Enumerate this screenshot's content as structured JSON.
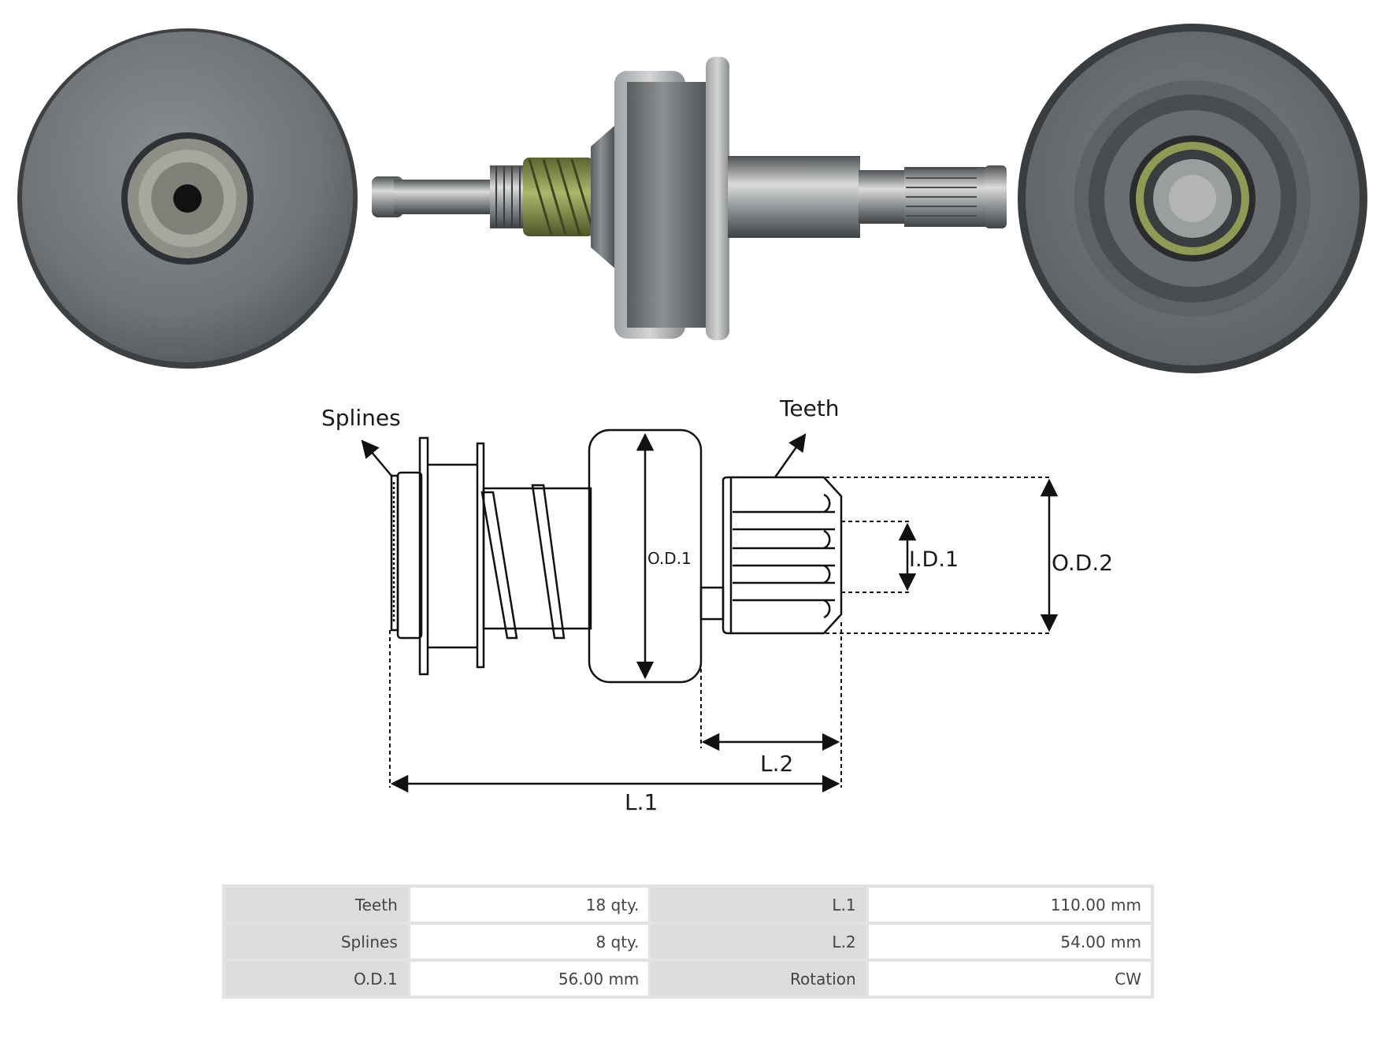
{
  "diagram": {
    "labels": {
      "splines": "Splines",
      "teeth": "Teeth",
      "od1": "O.D.1",
      "id1": "I.D.1",
      "od2": "O.D.2",
      "l1": "L.1",
      "l2": "L.2"
    }
  },
  "specs": {
    "rows": [
      {
        "k1": "Teeth",
        "v1": "18 qty.",
        "k2": "L.1",
        "v2": "110.00 mm"
      },
      {
        "k1": "Splines",
        "v1": "8 qty.",
        "k2": "L.2",
        "v2": "54.00 mm"
      },
      {
        "k1": "O.D.1",
        "v1": "56.00 mm",
        "k2": "Rotation",
        "v2": "CW"
      }
    ]
  },
  "colors": {
    "metal_dark": "#6b6e70",
    "metal_light": "#c7c9ca",
    "gear_green": "#8a9a4a",
    "line": "#111111"
  }
}
